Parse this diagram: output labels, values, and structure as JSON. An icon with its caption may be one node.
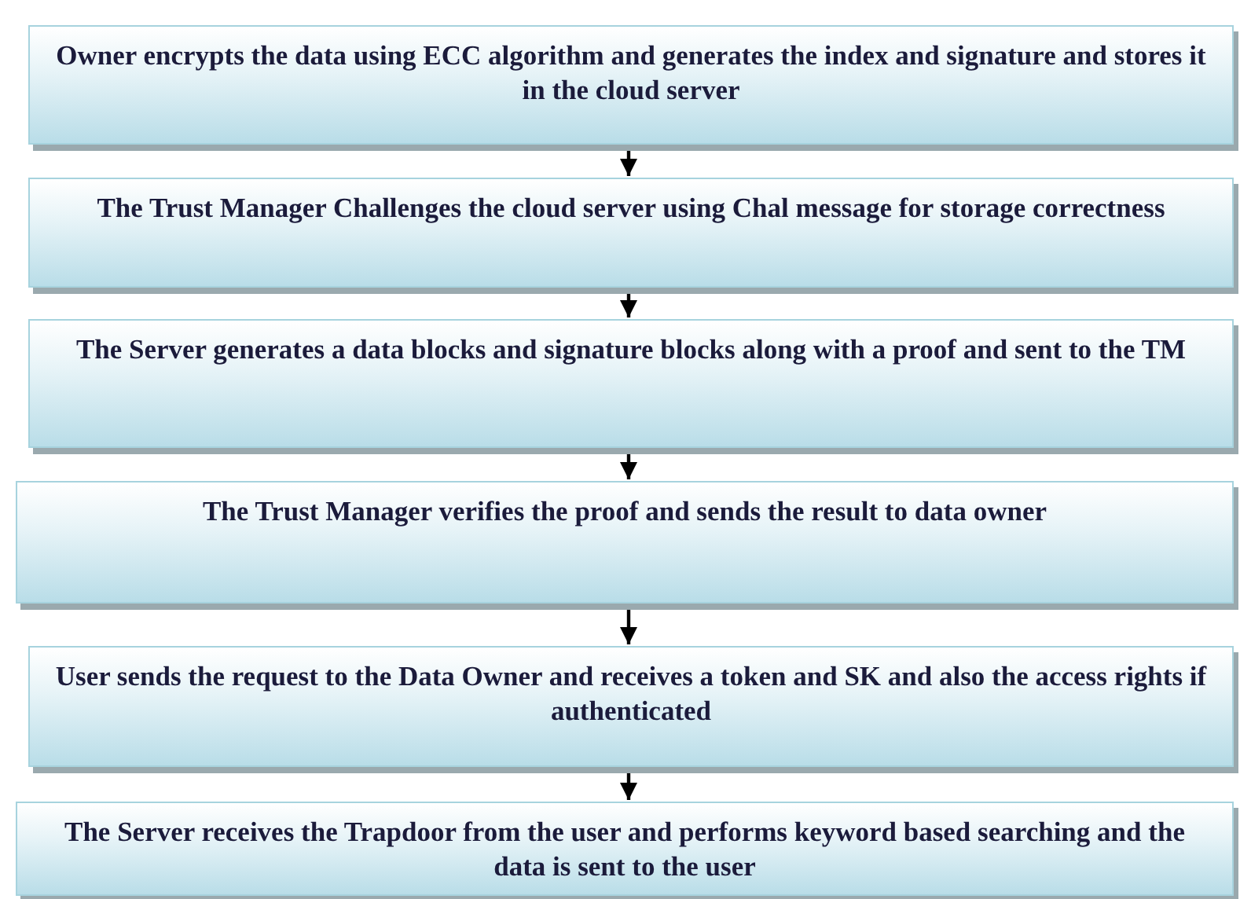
{
  "diagram": {
    "nodes": [
      {
        "text": [
          "Owner encrypts the data using ECC algorithm and generates the index and signature and stores it in the cloud server"
        ]
      },
      {
        "text": [
          "The Trust Manager Challenges the cloud server using Chal message for storage correctness"
        ]
      },
      {
        "text": [
          "The Server generates a data blocks and signature blocks along with a proof and sent to the TM"
        ]
      },
      {
        "text": [
          "The Trust Manager verifies the proof and sends the result to data owner"
        ]
      },
      {
        "text": [
          "User sends the request to the Data Owner and receives a token and SK and also the access rights if authenticated"
        ]
      },
      {
        "text": [
          "The Server receives the Trapdoor from the user and performs keyword based searching and the data is sent to the user"
        ]
      }
    ],
    "edges": [
      {
        "from": 0,
        "to": 1,
        "arrow": "to"
      },
      {
        "from": 1,
        "to": 2,
        "arrow": "to"
      },
      {
        "from": 2,
        "to": 3,
        "arrow": "to"
      },
      {
        "from": 3,
        "to": 4,
        "arrow": "to"
      },
      {
        "from": 4,
        "to": 5,
        "arrow": "to"
      }
    ]
  }
}
